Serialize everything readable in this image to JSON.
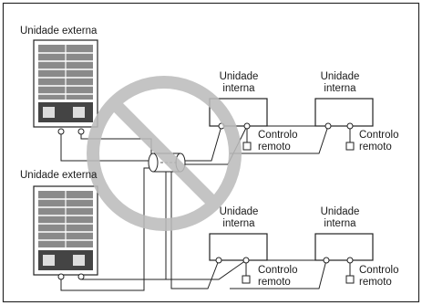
{
  "outdoor_units": [
    {
      "label": "Unidade externa"
    },
    {
      "label": "Unidade externa"
    }
  ],
  "indoor_units": [
    {
      "label_line1": "Unidade",
      "label_line2": "interna"
    },
    {
      "label_line1": "Unidade",
      "label_line2": "interna"
    },
    {
      "label_line1": "Unidade",
      "label_line2": "interna"
    },
    {
      "label_line1": "Unidade",
      "label_line2": "interna"
    }
  ],
  "remote_controllers": [
    {
      "line1": "Controlo",
      "line2": "remoto"
    },
    {
      "line1": "Controlo",
      "line2": "remoto"
    },
    {
      "line1": "Controlo",
      "line2": "remoto"
    },
    {
      "line1": "Controlo",
      "line2": "remoto"
    }
  ],
  "prohibition_icon": "prohibited-sign",
  "colors": {
    "frame": "#2a2a2a",
    "prohibit": "#bcbcbc"
  }
}
